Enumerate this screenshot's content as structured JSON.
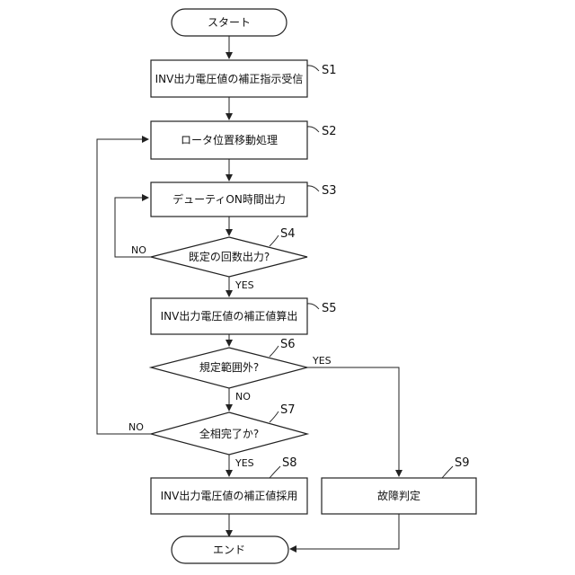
{
  "nodes": {
    "start": "スタート",
    "s1": "INV出力電圧値の補正指示受信",
    "s2": "ロータ位置移動処理",
    "s3": "デューティON時間出力",
    "s4": "既定の回数出力?",
    "s5": "INV出力電圧値の補正値算出",
    "s6": "規定範囲外?",
    "s7": "全相完了か?",
    "s8": "INV出力電圧値の補正値採用",
    "s9": "故障判定",
    "end": "エンド"
  },
  "steps": {
    "s1": "S1",
    "s2": "S2",
    "s3": "S3",
    "s4": "S4",
    "s5": "S5",
    "s6": "S6",
    "s7": "S7",
    "s8": "S8",
    "s9": "S9"
  },
  "branches": {
    "s4_no": "NO",
    "s4_yes": "YES",
    "s6_yes": "YES",
    "s6_no": "NO",
    "s7_no": "NO",
    "s7_yes": "YES"
  }
}
